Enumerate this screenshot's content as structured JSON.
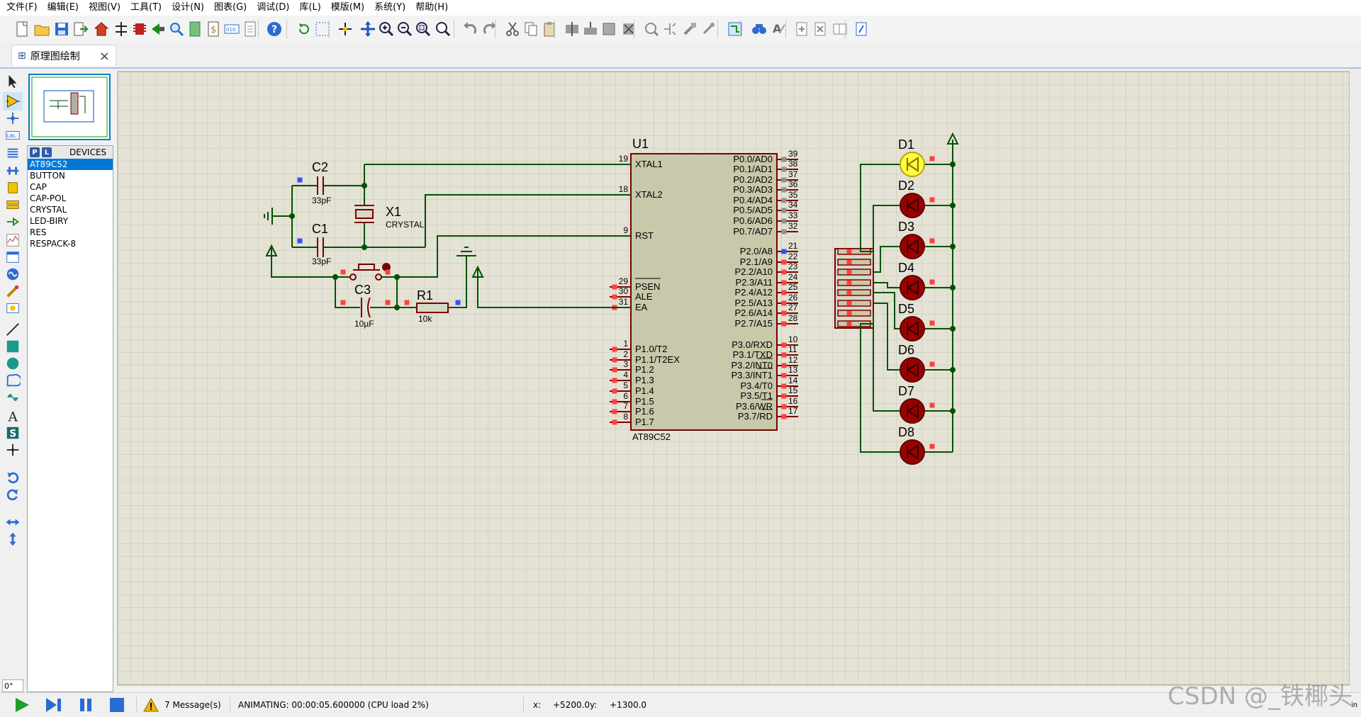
{
  "menu": [
    "文件(F)",
    "编辑(E)",
    "视图(V)",
    "工具(T)",
    "设计(N)",
    "图表(G)",
    "调试(D)",
    "库(L)",
    "模版(M)",
    "系统(Y)",
    "帮助(H)"
  ],
  "tab": {
    "label": "原理图绘制"
  },
  "devices": {
    "p_label": "P",
    "l_label": "L",
    "header": "DEVICES",
    "items": [
      "AT89C52",
      "BUTTON",
      "CAP",
      "CAP-POL",
      "CRYSTAL",
      "LED-BIRY",
      "RES",
      "RESPACK-8"
    ],
    "selected": "AT89C52"
  },
  "rotation": {
    "value": "0°"
  },
  "status": {
    "messages": "7 Message(s)",
    "animating": "ANIMATING: 00:00:05.600000 (CPU load 2%)",
    "x_label": "x:",
    "x_value": "+5200.0",
    "y_label": "y:",
    "y_value": "+1300.0",
    "units": "in"
  },
  "watermark": "CSDN @_铁椰头",
  "schematic": {
    "chip": {
      "ref": "U1",
      "part": "AT89C52",
      "left_pins": [
        {
          "num": "19",
          "name": "XTAL1"
        },
        {
          "num": "18",
          "name": "XTAL2"
        },
        {
          "num": "9",
          "name": "RST"
        },
        {
          "num": "29",
          "name": "PSEN"
        },
        {
          "num": "30",
          "name": "ALE"
        },
        {
          "num": "31",
          "name": "EA"
        },
        {
          "num": "1",
          "name": "P1.0/T2"
        },
        {
          "num": "2",
          "name": "P1.1/T2EX"
        },
        {
          "num": "3",
          "name": "P1.2"
        },
        {
          "num": "4",
          "name": "P1.3"
        },
        {
          "num": "5",
          "name": "P1.4"
        },
        {
          "num": "6",
          "name": "P1.5"
        },
        {
          "num": "7",
          "name": "P1.6"
        },
        {
          "num": "8",
          "name": "P1.7"
        }
      ],
      "right_pins": [
        {
          "num": "39",
          "name": "P0.0/AD0"
        },
        {
          "num": "38",
          "name": "P0.1/AD1"
        },
        {
          "num": "37",
          "name": "P0.2/AD2"
        },
        {
          "num": "36",
          "name": "P0.3/AD3"
        },
        {
          "num": "35",
          "name": "P0.4/AD4"
        },
        {
          "num": "34",
          "name": "P0.5/AD5"
        },
        {
          "num": "33",
          "name": "P0.6/AD6"
        },
        {
          "num": "32",
          "name": "P0.7/AD7"
        },
        {
          "num": "21",
          "name": "P2.0/A8"
        },
        {
          "num": "22",
          "name": "P2.1/A9"
        },
        {
          "num": "23",
          "name": "P2.2/A10"
        },
        {
          "num": "24",
          "name": "P2.3/A11"
        },
        {
          "num": "25",
          "name": "P2.4/A12"
        },
        {
          "num": "26",
          "name": "P2.5/A13"
        },
        {
          "num": "27",
          "name": "P2.6/A14"
        },
        {
          "num": "28",
          "name": "P2.7/A15"
        },
        {
          "num": "10",
          "name": "P3.0/RXD"
        },
        {
          "num": "11",
          "name": "P3.1/TXD"
        },
        {
          "num": "12",
          "name": "P3.2/INT0"
        },
        {
          "num": "13",
          "name": "P3.3/INT1"
        },
        {
          "num": "14",
          "name": "P3.4/T0"
        },
        {
          "num": "15",
          "name": "P3.5/T1"
        },
        {
          "num": "16",
          "name": "P3.6/WR"
        },
        {
          "num": "17",
          "name": "P3.7/RD"
        }
      ]
    },
    "c2": {
      "ref": "C2",
      "value": "33pF"
    },
    "c1": {
      "ref": "C1",
      "value": "33pF"
    },
    "x1": {
      "ref": "X1",
      "value": "CRYSTAL"
    },
    "c3": {
      "ref": "C3",
      "value": "10µF"
    },
    "r1": {
      "ref": "R1",
      "value": "10k"
    },
    "leds": [
      {
        "ref": "D1",
        "lit": true
      },
      {
        "ref": "D2",
        "lit": false
      },
      {
        "ref": "D3",
        "lit": false
      },
      {
        "ref": "D4",
        "lit": false
      },
      {
        "ref": "D5",
        "lit": false
      },
      {
        "ref": "D6",
        "lit": false
      },
      {
        "ref": "D7",
        "lit": false
      },
      {
        "ref": "D8",
        "lit": false
      }
    ]
  },
  "colors": {
    "wire": "#005200",
    "component": "#7a0000",
    "chip_fill": "#c8c8aa",
    "grid_bg": "#e4e2d4",
    "led_off": "#9a0000",
    "led_on": "#ffff40",
    "pin_red": "#ff4040",
    "pin_blue": "#3b4bff"
  }
}
